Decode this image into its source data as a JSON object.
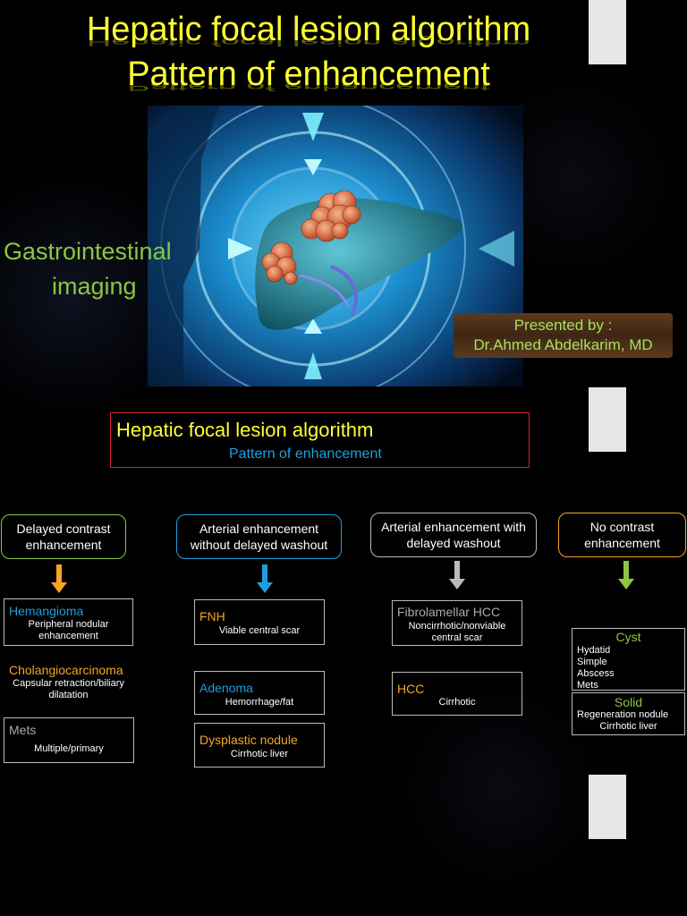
{
  "header": {
    "title_line1": "Hepatic focal lesion algorithm",
    "title_line2": "Pattern of enhancement"
  },
  "side_label": {
    "line1": "Gastrointestinal",
    "line2": "imaging"
  },
  "presenter": {
    "line1": "Presented by :",
    "line2": "Dr.Ahmed Abdelkarim, MD"
  },
  "algo": {
    "title": "Hepatic focal lesion algorithm",
    "subtitle": "Pattern of enhancement"
  },
  "colors": {
    "yellow": "#ffff33",
    "blue": "#1e9ee0",
    "green": "#8cc63f",
    "orange": "#f5a623",
    "grey": "#aaaaaa",
    "red_border": "#d81e2c"
  },
  "categories": [
    {
      "label": "Delayed contrast enhancement",
      "border": "#8cc63f",
      "arrow": "#f5a623"
    },
    {
      "label": "Arterial enhancement without delayed washout",
      "border": "#1e9ee0",
      "arrow": "#1e9ee0"
    },
    {
      "label": "Arterial enhancement with delayed washout",
      "border": "#bbbbbb",
      "arrow": "#bbbbbb"
    },
    {
      "label": "No contrast enhancement",
      "border": "#f5a623",
      "arrow": "#8cc63f"
    }
  ],
  "col1": [
    {
      "name": "Hemangioma",
      "desc": "Peripheral nodular enhancement",
      "color": "#1e9ee0"
    },
    {
      "name": "Cholangiocarcinoma",
      "desc": "Capsular retraction/biliary dilatation",
      "color": "#f5a623"
    },
    {
      "name": "Mets",
      "desc": "Multiple/primary",
      "color": "#aaaaaa"
    }
  ],
  "col2": [
    {
      "name": "FNH",
      "desc": "Viable central scar",
      "color": "#f5a623"
    },
    {
      "name": "Adenoma",
      "desc": "Hemorrhage/fat",
      "color": "#1e9ee0"
    },
    {
      "name": "Dysplastic nodule",
      "desc": "Cirrhotic liver",
      "color": "#f5a623"
    }
  ],
  "col3": [
    {
      "name": "Fibrolamellar HCC",
      "desc": "Noncirrhotic/nonviable central scar",
      "color": "#aaaaaa"
    },
    {
      "name": "HCC",
      "desc": "Cirrhotic",
      "color": "#f5a623"
    }
  ],
  "col4": {
    "cyst": {
      "name": "Cyst",
      "items": [
        "Hydatid",
        "Simple",
        "Abscess",
        "Mets"
      ]
    },
    "solid": {
      "name": "Solid",
      "items": [
        "Regeneration nodule",
        "Cirrhotic liver"
      ]
    }
  }
}
